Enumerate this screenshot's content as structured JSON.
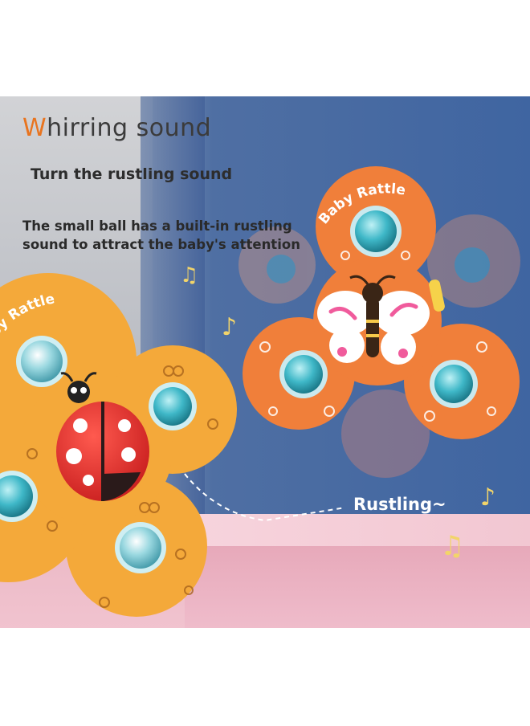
{
  "headline": {
    "first_letter": "W",
    "rest": "hirring sound"
  },
  "subheading": "Turn the rustling sound",
  "description": "The small ball has a built-in rustling sound to attract the baby's attention",
  "callout": "Rustling~",
  "spinner_orange": {
    "arc_text": "Baby Rattle",
    "color": "#f07f3a"
  },
  "spinner_yellow": {
    "arc_text": "by Rattle",
    "color": "#f4a93a"
  },
  "colors": {
    "accent": "#e8741f",
    "wall_blue": "#3f65a1",
    "floor_pink": "#f1c3cf"
  },
  "icons": [
    "music-note-icon",
    "ladybug-icon",
    "butterfly-icon"
  ]
}
